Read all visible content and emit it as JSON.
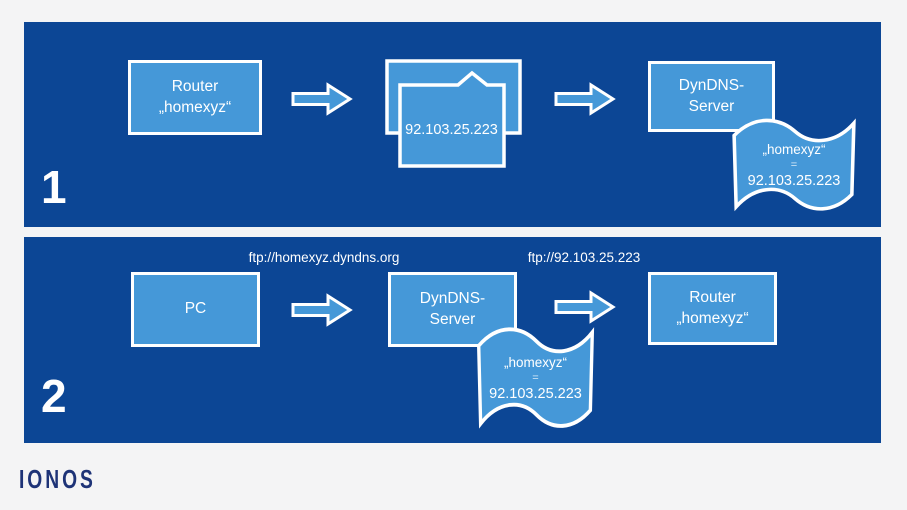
{
  "colors": {
    "page_bg": "#f4f4f5",
    "panel_bg": "#0c4695",
    "shape_fill": "#4598d8",
    "shape_border": "#ffffff",
    "text_light": "#ffffff",
    "logo_navy": "#1e3377"
  },
  "panel1": {
    "number": "1",
    "router_box": {
      "line1": "Router",
      "line2": "„homexyz“"
    },
    "document_ip": "92.103.25.223",
    "dyndns_box": {
      "line1": "DynDNS-",
      "line2": "Server"
    },
    "flag": {
      "line1": "„homexyz“",
      "line2": "=",
      "line3": "92.103.25.223"
    }
  },
  "panel2": {
    "number": "2",
    "label_left": "ftp://homexyz.dyndns.org",
    "label_right": "ftp://92.103.25.223",
    "pc_box": {
      "line1": "PC"
    },
    "dyndns_box": {
      "line1": "DynDNS-",
      "line2": "Server"
    },
    "flag": {
      "line1": "„homexyz“",
      "line2": "=",
      "line3": "92.103.25.223"
    },
    "router_box": {
      "line1": "Router",
      "line2": "„homexyz“"
    }
  },
  "footer": {
    "logo_text": "IONOS"
  }
}
